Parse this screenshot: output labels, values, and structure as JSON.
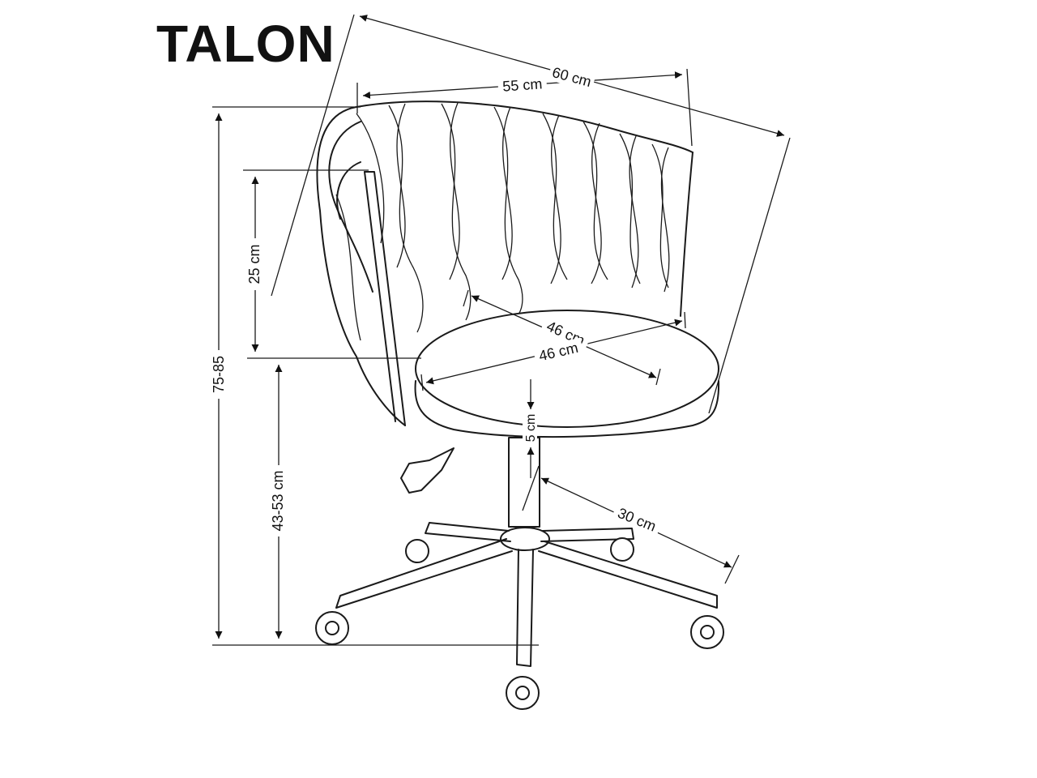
{
  "title": "TALON",
  "dimensions": {
    "overall_width": "60 cm",
    "back_width": "55 cm",
    "backrest_height": "25 cm",
    "total_height": "75-85",
    "seat_depth": "46 cm",
    "seat_width": "46 cm",
    "seat_thickness": "5 cm",
    "seat_height": "43-53 cm",
    "base_radius": "30 cm"
  }
}
